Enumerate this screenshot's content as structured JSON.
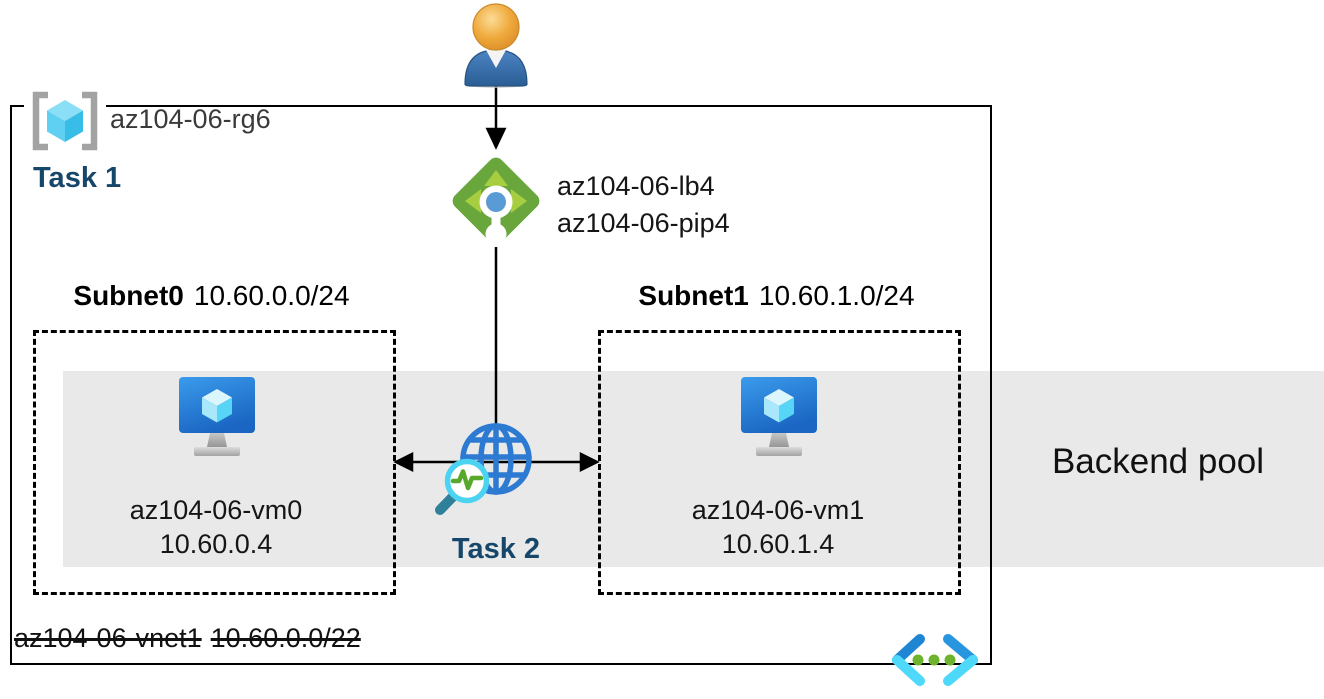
{
  "resource_group": {
    "name": "az104-06-rg6",
    "task": "Task 1"
  },
  "load_balancer": {
    "name": "az104-06-lb4",
    "public_ip": "az104-06-pip4"
  },
  "subnets": [
    {
      "name": "Subnet0",
      "cidr": "10.60.0.0/24",
      "vm": {
        "name": "az104-06-vm0",
        "ip": "10.60.0.4"
      }
    },
    {
      "name": "Subnet1",
      "cidr": "10.60.1.0/24",
      "vm": {
        "name": "az104-06-vm1",
        "ip": "10.60.1.4"
      }
    }
  ],
  "network_watcher": {
    "task": "Task 2"
  },
  "backend_pool": {
    "label": "Backend pool"
  },
  "vnet": {
    "name": "az104-06-vnet1",
    "cidr": "10.60.0.0/22"
  },
  "icons": {
    "user": "user-icon",
    "resource_group": "resource-group-icon",
    "load_balancer": "load-balancer-icon",
    "vm": "virtual-machine-icon",
    "network_watcher": "network-watcher-icon",
    "virtual_network": "virtual-network-icon"
  },
  "colors": {
    "task_label": "#17466b",
    "backend_band": "#e9e9e9",
    "lb_green": "#69a73c",
    "lb_arrow_green": "#a7cd40",
    "globe_blue": "#2d7ad2",
    "magnifier_cyan": "#4cd3f2",
    "vm_monitor_blue": "#1a66c2",
    "cube_cyan": "#57d5f6",
    "vnet_chevron_blue": "#1f86d4",
    "vnet_chevron_cyan": "#4ed9fa",
    "dot_green": "#6eb32e",
    "connector_black": "#000000"
  }
}
